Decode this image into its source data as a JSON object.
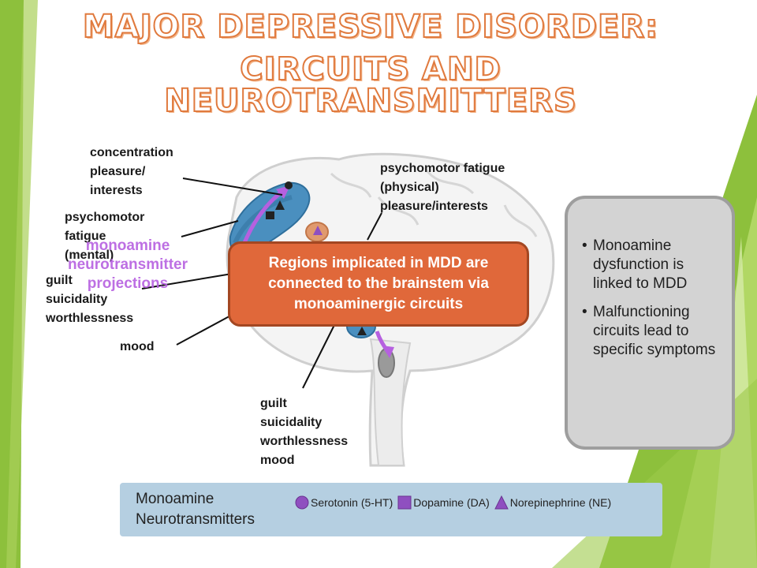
{
  "title": {
    "line1": "MAJOR DEPRESSIVE DISORDER:",
    "line2": "CIRCUITS AND NEUROTRANSMITTERS"
  },
  "labels": {
    "concentration": "concentration\npleasure/\ninterests",
    "psychomotor_mental": "psychomotor\nfatigue\n(mental)",
    "guilt_left": "guilt\nsuicidality\nworthlessness",
    "mood_left": "mood",
    "psychomotor_physical": "psychomotor fatigue\n(physical)\npleasure/interests",
    "guilt_bottom": "guilt\nsuicidality\nworthlessness\nmood"
  },
  "projection_label": "monoamine\nneurotransmitter\nprojections",
  "callout": "Regions implicated in MDD are connected to the brainstem via monoaminergic circuits",
  "side_panel": {
    "bullets": [
      "Monoamine dysfunction is linked to MDD",
      "Malfunctioning circuits lead to specific symptoms"
    ],
    "bullet_symbol": "•"
  },
  "legend": {
    "title": "Monoamine\nNeurotransmitters",
    "items": [
      {
        "label": "Serotonin (5-HT)",
        "icon": "circle-icon"
      },
      {
        "label": "Dopamine (DA)",
        "icon": "square-icon"
      },
      {
        "label": "Norepinephrine (NE)",
        "icon": "triangle-icon"
      }
    ]
  },
  "colors": {
    "title_outline": "#e07a3e",
    "callout_fill": "#e0683a",
    "projection_text": "#b660e0",
    "legend_fill": "#b5cfe1",
    "accent_green": "#8dc03c",
    "brain_region": "#4a8fbf"
  }
}
